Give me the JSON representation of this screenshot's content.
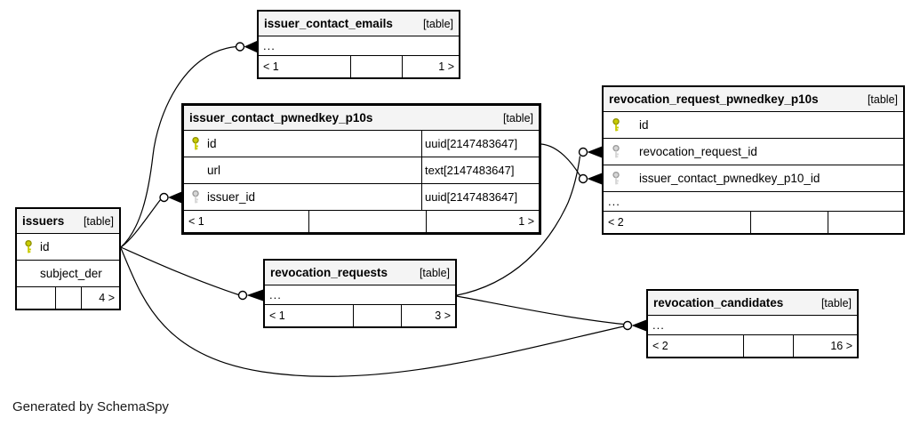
{
  "canvas": {
    "generated_note": "Generated by SchemaSpy"
  },
  "colors": {
    "pk_key_fill": "#c9cc00",
    "pk_key_stroke": "#8f9100",
    "fk_key_fill": "#d6d6d6",
    "fk_key_stroke": "#9b9b9b",
    "header_bg": "#f4f4f4",
    "line": "#000000"
  },
  "tables": {
    "issuer_contact_emails": {
      "name": "issuer_contact_emails",
      "tag": "[table]",
      "dots": "...",
      "footer": {
        "left": "< 1",
        "mid": "",
        "right": "1 >"
      }
    },
    "issuer_contact_pwnedkey_p10s": {
      "name": "issuer_contact_pwnedkey_p10s",
      "tag": "[table]",
      "columns": [
        {
          "key": "pk",
          "name": "id",
          "type": "uuid[2147483647]"
        },
        {
          "key": "",
          "name": "url",
          "type": "text[2147483647]"
        },
        {
          "key": "fk",
          "name": "issuer_id",
          "type": "uuid[2147483647]"
        }
      ],
      "footer": {
        "left": "< 1",
        "mid": "",
        "right": "1 >"
      }
    },
    "revocation_request_pwnedkey_p10s": {
      "name": "revocation_request_pwnedkey_p10s",
      "tag": "[table]",
      "dots": "...",
      "columns": [
        {
          "key": "pk",
          "name": "id"
        },
        {
          "key": "fk",
          "name": "revocation_request_id"
        },
        {
          "key": "fk",
          "name": "issuer_contact_pwnedkey_p10_id"
        }
      ],
      "footer": {
        "left": "< 2",
        "mid": "",
        "right": ""
      }
    },
    "issuers": {
      "name": "issuers",
      "tag": "[table]",
      "columns": [
        {
          "key": "pk",
          "name": "id"
        },
        {
          "key": "",
          "name": "subject_der"
        }
      ],
      "footer": {
        "left": "",
        "mid": "",
        "right": "4 >"
      }
    },
    "revocation_requests": {
      "name": "revocation_requests",
      "tag": "[table]",
      "dots": "...",
      "footer": {
        "left": "< 1",
        "mid": "",
        "right": "3 >"
      }
    },
    "revocation_candidates": {
      "name": "revocation_candidates",
      "tag": "[table]",
      "dots": "...",
      "footer": {
        "left": "< 2",
        "mid": "",
        "right": "16 >"
      }
    }
  },
  "relationships": [
    {
      "from": "issuers.id",
      "to": "issuer_contact_emails"
    },
    {
      "from": "issuers.id",
      "to": "issuer_contact_pwnedkey_p10s.issuer_id"
    },
    {
      "from": "issuers.id",
      "to": "revocation_requests"
    },
    {
      "from": "issuers.id",
      "to": "revocation_candidates"
    },
    {
      "from": "issuer_contact_pwnedkey_p10s.id",
      "to": "revocation_request_pwnedkey_p10s.issuer_contact_pwnedkey_p10_id"
    },
    {
      "from": "revocation_requests",
      "to": "revocation_request_pwnedkey_p10s.revocation_request_id"
    },
    {
      "from": "revocation_requests",
      "to": "revocation_candidates"
    }
  ]
}
